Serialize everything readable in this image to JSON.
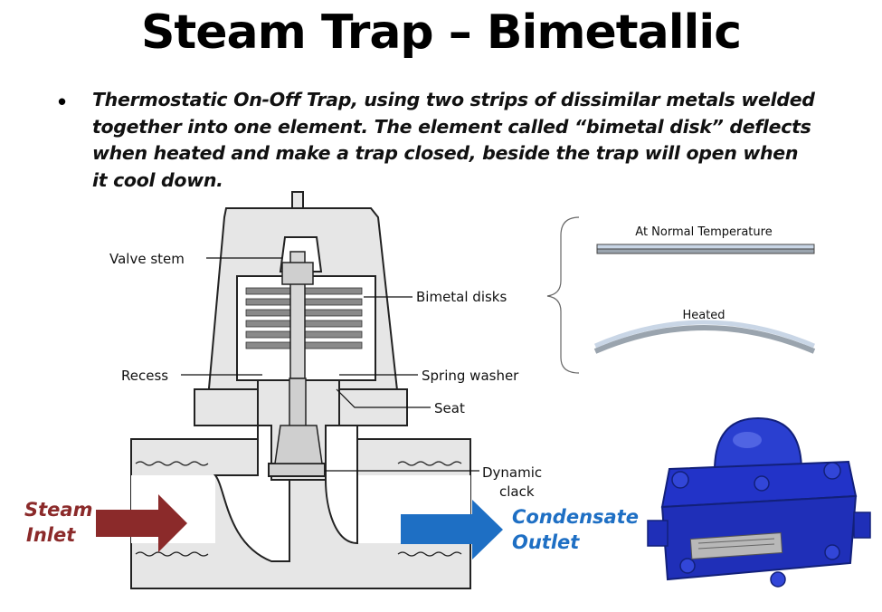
{
  "title": "Steam Trap – Bimetallic",
  "bullet": "Thermostatic On-Off Trap, using two strips of dissimilar metals welded together into one element. The element called “bimetal disk” deflects when heated and make a trap closed, beside the trap will open when it cool down.",
  "labels": {
    "valve_stem": "Valve stem",
    "bimetal_disks": "Bimetal disks",
    "recess": "Recess",
    "spring_washer": "Spring washer",
    "seat": "Seat",
    "dynamic": "Dynamic",
    "clack": "clack"
  },
  "strip_states": {
    "normal": "At Normal Temperature",
    "heated": "Heated"
  },
  "flow": {
    "inlet_line1": "Steam",
    "inlet_line2": "Inlet",
    "outlet_line1": "Condensate",
    "outlet_line2": "Outlet"
  },
  "colors": {
    "inlet": "#8b2a2a",
    "outlet": "#1e6fc4",
    "body_fill": "#e6e6e6",
    "trap_blue": "#2233c8"
  }
}
